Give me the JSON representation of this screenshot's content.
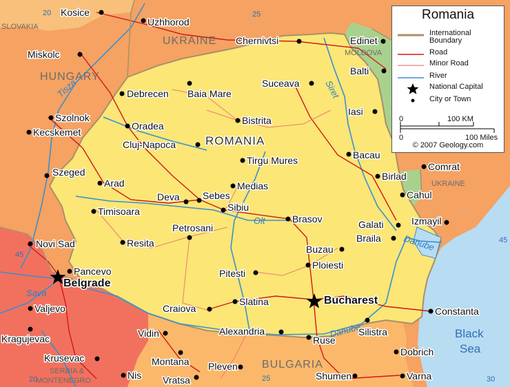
{
  "legend": {
    "title": "Romania",
    "items": [
      {
        "label": "International Boundary",
        "symbol": "line",
        "color": "#a8906a"
      },
      {
        "label": "Road",
        "symbol": "line",
        "color": "#d01818"
      },
      {
        "label": "Minor Road",
        "symbol": "line",
        "color": "#f07a70"
      },
      {
        "label": "River",
        "symbol": "line",
        "color": "#3a8fd0"
      },
      {
        "label": "National Capital",
        "symbol": "star-icon",
        "color": "#000000"
      },
      {
        "label": "City or Town",
        "symbol": "dot-icon",
        "color": "#000000"
      }
    ],
    "scale_km": "100 KM",
    "scale_miles": "100 Miles",
    "scale_zero_km": "0",
    "scale_zero_mi": "0",
    "copyright": "© 2007 Geology.com"
  },
  "colors": {
    "romania": "#fbe676",
    "ukraine": "#f5a262",
    "hungary": "#f5a262",
    "serbia": "#f2715e",
    "bulgaria": "#fbb86a",
    "moldova": "#a9d18e",
    "sea": "#b8dcf2",
    "river": "#3a8fd0",
    "road": "#d01818",
    "minor_road": "#f07a70",
    "boundary": "#a8906a"
  },
  "countries": [
    {
      "name": "UKRAINE",
      "style": "country"
    },
    {
      "name": "HUNGARY",
      "style": "country"
    },
    {
      "name": "ROMANIA",
      "style": "country-big"
    },
    {
      "name": "BULGARIA",
      "style": "country"
    },
    {
      "name": "SLOVAKIA",
      "style": "country-sm"
    },
    {
      "name": "MOLDOVA",
      "style": "country-sm"
    },
    {
      "name": "UKRAINE",
      "style": "country-sm"
    },
    {
      "name": "SERBIA &",
      "style": "country-sm"
    },
    {
      "name": "MONTENEGRO",
      "style": "country-sm"
    }
  ],
  "water_labels": [
    {
      "name": "Black",
      "style": "sea"
    },
    {
      "name": "Sea",
      "style": "sea"
    },
    {
      "name": "Tisza",
      "style": "river"
    },
    {
      "name": "Siret",
      "style": "river"
    },
    {
      "name": "Olt",
      "style": "river"
    },
    {
      "name": "Danube",
      "style": "river"
    },
    {
      "name": "Danube",
      "style": "river"
    },
    {
      "name": "Sava",
      "style": "river"
    }
  ],
  "road_numbers": [
    "20",
    "25",
    "45",
    "45",
    "20",
    "25",
    "30"
  ],
  "cities": [
    {
      "name": "Kosice",
      "kind": "city"
    },
    {
      "name": "Uzhhorod",
      "kind": "city"
    },
    {
      "name": "Chernivtsi",
      "kind": "city"
    },
    {
      "name": "Edinet",
      "kind": "city"
    },
    {
      "name": "Balti",
      "kind": "city"
    },
    {
      "name": "Miskolc",
      "kind": "city"
    },
    {
      "name": "Debrecen",
      "kind": "city"
    },
    {
      "name": "Baia Mare",
      "kind": "city"
    },
    {
      "name": "Suceava",
      "kind": "city"
    },
    {
      "name": "Iasi",
      "kind": "city"
    },
    {
      "name": "Szolnok",
      "kind": "city"
    },
    {
      "name": "Kecskemet",
      "kind": "city"
    },
    {
      "name": "Oradea",
      "kind": "city"
    },
    {
      "name": "Bistrita",
      "kind": "city"
    },
    {
      "name": "Cluj-Napoca",
      "kind": "city"
    },
    {
      "name": "Bacau",
      "kind": "city"
    },
    {
      "name": "Tirgu Mures",
      "kind": "city"
    },
    {
      "name": "Comrat",
      "kind": "city"
    },
    {
      "name": "Szeged",
      "kind": "city"
    },
    {
      "name": "Arad",
      "kind": "city"
    },
    {
      "name": "Medias",
      "kind": "city"
    },
    {
      "name": "Birlad",
      "kind": "city"
    },
    {
      "name": "Deva",
      "kind": "city"
    },
    {
      "name": "Sebes",
      "kind": "city"
    },
    {
      "name": "Cahul",
      "kind": "city"
    },
    {
      "name": "Timisoara",
      "kind": "city"
    },
    {
      "name": "Sibiu",
      "kind": "city"
    },
    {
      "name": "Brasov",
      "kind": "city"
    },
    {
      "name": "Galati",
      "kind": "city"
    },
    {
      "name": "Izmayil",
      "kind": "city"
    },
    {
      "name": "Petrosani",
      "kind": "city"
    },
    {
      "name": "Braila",
      "kind": "city"
    },
    {
      "name": "Novi Sad",
      "kind": "city"
    },
    {
      "name": "Resita",
      "kind": "city"
    },
    {
      "name": "Buzau",
      "kind": "city"
    },
    {
      "name": "Ploiesti",
      "kind": "city"
    },
    {
      "name": "Pancevo",
      "kind": "city"
    },
    {
      "name": "Belgrade",
      "kind": "capital"
    },
    {
      "name": "Pitesti",
      "kind": "city"
    },
    {
      "name": "Valjevo",
      "kind": "city"
    },
    {
      "name": "Craiova",
      "kind": "city"
    },
    {
      "name": "Slatina",
      "kind": "city"
    },
    {
      "name": "Bucharest",
      "kind": "capital"
    },
    {
      "name": "Constanta",
      "kind": "city"
    },
    {
      "name": "Vidin",
      "kind": "city"
    },
    {
      "name": "Alexandria",
      "kind": "city"
    },
    {
      "name": "Silistra",
      "kind": "city"
    },
    {
      "name": "Kragujevac",
      "kind": "city"
    },
    {
      "name": "Ruse",
      "kind": "city"
    },
    {
      "name": "Dobrich",
      "kind": "city"
    },
    {
      "name": "Krusevac",
      "kind": "city"
    },
    {
      "name": "Montana",
      "kind": "city"
    },
    {
      "name": "Pleven",
      "kind": "city"
    },
    {
      "name": "Nis",
      "kind": "city"
    },
    {
      "name": "Vratsa",
      "kind": "city"
    },
    {
      "name": "Shumen",
      "kind": "city"
    },
    {
      "name": "Varna",
      "kind": "city"
    }
  ]
}
